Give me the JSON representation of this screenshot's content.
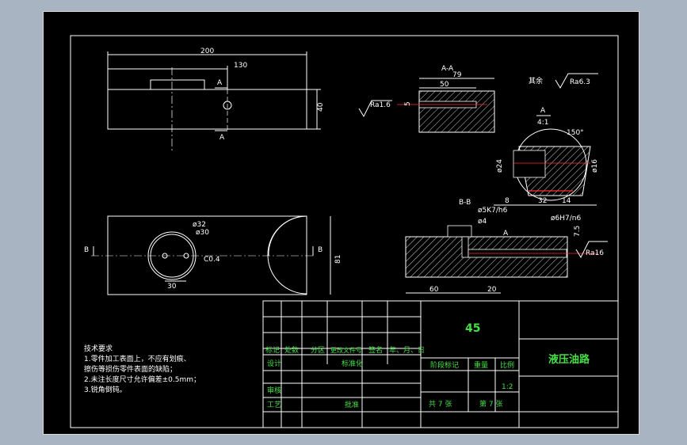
{
  "drawing": {
    "top_view": {
      "dim_overall_length": "200",
      "dim_hole_position": "130",
      "dim_height": "40",
      "section_marker": "A"
    },
    "section_aa": {
      "label": "A-A",
      "dim_79": "79",
      "dim_50": "50",
      "dim_5": "5",
      "roughness": "Ra1.6"
    },
    "general_roughness": {
      "prefix": "其余",
      "value": "Ra6.3"
    },
    "detail_a": {
      "label": "A",
      "scale": "4:1",
      "angle": "150°",
      "dim_24": "ø24",
      "dim_16": "ø16",
      "dim_8": "8",
      "dim_32": "32",
      "dim_14": "14"
    },
    "front_view": {
      "section_marker": "B",
      "dim_32": "ø32",
      "dim_30": "ø30",
      "chamfer": "C0.4",
      "dim_30_bottom": "30",
      "dim_81": "81"
    },
    "section_bb": {
      "label": "B-B",
      "dim_5k7": "ø5K7/h6",
      "dim_4": "ø4",
      "dim_6h7": "ø6H7/n6",
      "dim_7_5": "7.5",
      "detail_marker": "A",
      "roughness": "Ra16",
      "dim_60": "60",
      "dim_20": "20"
    },
    "tech_requirements": {
      "title": "技术要求",
      "lines": [
        "1.零件加工表面上，不应有划痕、",
        "擦伤等损伤零件表面的缺陷；",
        "2.未注长度尺寸允许偏差±0.5mm；",
        "3.锐角倒钝。"
      ]
    }
  },
  "title_block": {
    "material": "45",
    "part_name": "液压油路",
    "headers": [
      "标记",
      "处数",
      "分区",
      "更改文件号",
      "签名",
      "年、月、日"
    ],
    "design": "设计",
    "standardize": "标准化",
    "review": "审核",
    "process": "工艺",
    "approve": "批准",
    "stage_mark": "阶段标记",
    "weight": "重量",
    "ratio": "比例",
    "ratio_value": "1:2",
    "sheets_total": "共 7 张",
    "sheet_no": "第 7 张"
  }
}
